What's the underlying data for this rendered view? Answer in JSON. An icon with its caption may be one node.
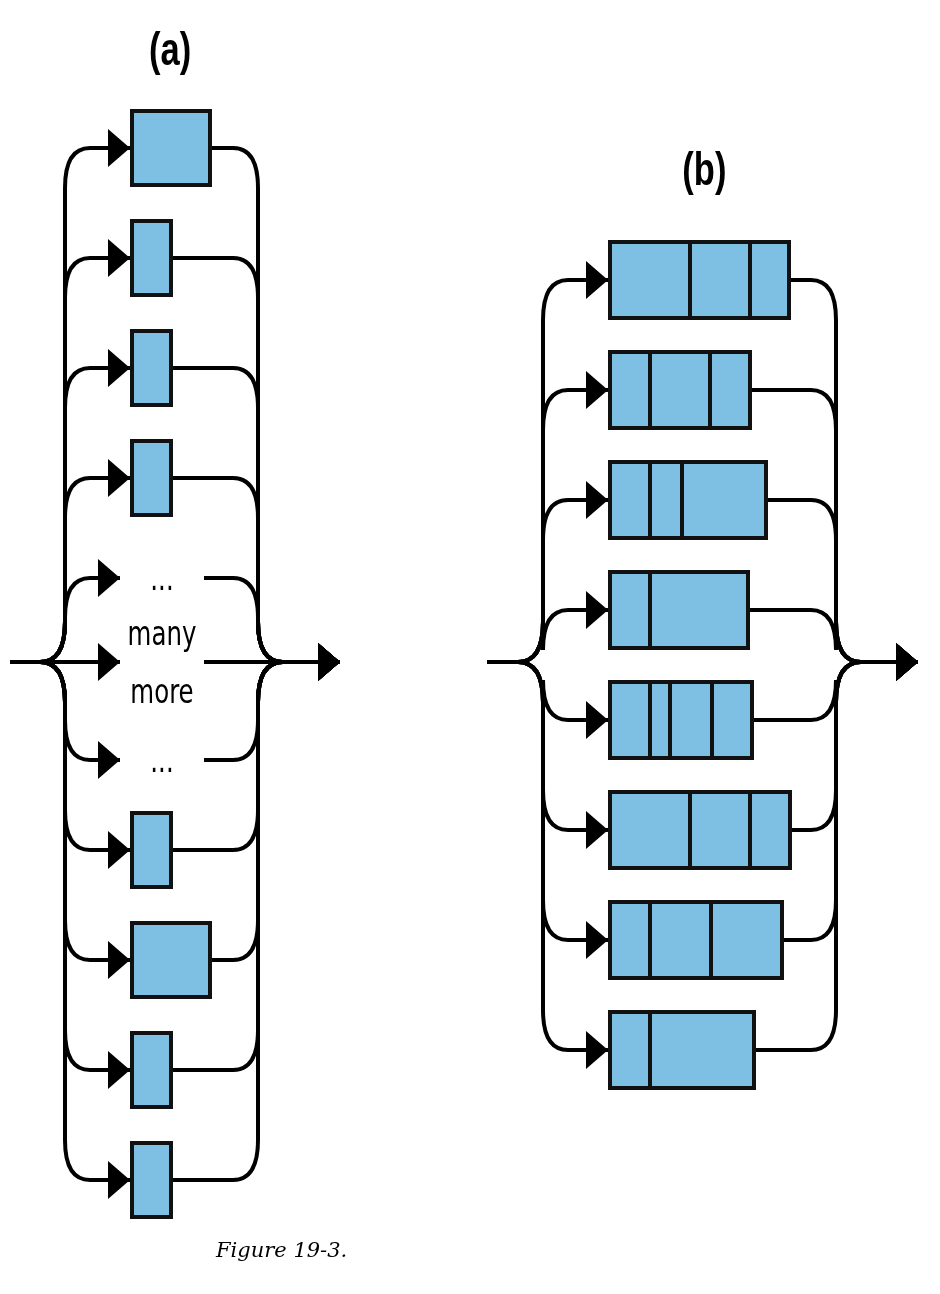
{
  "diagram": {
    "caption": "Figure 19-3.",
    "nodes": [
      {
        "text": [],
        "shape": "box"
      },
      {
        "text": [],
        "shape": "box"
      },
      {
        "text": [],
        "shape": "box"
      },
      {
        "text": [],
        "shape": "box"
      },
      {
        "text": [
          "..."
        ]
      },
      {
        "text": [
          "many more"
        ]
      },
      {
        "text": [
          "..."
        ]
      },
      {
        "text": [],
        "shape": "box"
      },
      {
        "text": [],
        "shape": "box"
      },
      {
        "text": [],
        "shape": "box"
      },
      {
        "text": [],
        "shape": "box"
      },
      {
        "text": [],
        "shape": "box"
      },
      {
        "text": [],
        "shape": "box"
      },
      {
        "text": [],
        "shape": "box"
      },
      {
        "text": [],
        "shape": "box"
      },
      {
        "text": [],
        "shape": "box"
      },
      {
        "text": [],
        "shape": "box"
      },
      {
        "text": [],
        "shape": "box"
      },
      {
        "text": [],
        "shape": "box"
      }
    ],
    "edges": [
      {
        "from": null,
        "to": 0,
        "arrow": "to"
      },
      {
        "from": 0,
        "to": null,
        "arrow": "to"
      },
      {
        "from": null,
        "to": 1,
        "arrow": "to"
      },
      {
        "from": 1,
        "to": null,
        "arrow": "to"
      },
      {
        "from": null,
        "to": 2,
        "arrow": "to"
      },
      {
        "from": 2,
        "to": null,
        "arrow": "to"
      },
      {
        "from": null,
        "to": 3,
        "arrow": "to"
      },
      {
        "from": 3,
        "to": null,
        "arrow": "to"
      },
      {
        "from": null,
        "to": 4,
        "arrow": "to"
      },
      {
        "from": 4,
        "to": null,
        "arrow": "to"
      },
      {
        "from": null,
        "to": 5,
        "arrow": "to"
      },
      {
        "from": 5,
        "to": null,
        "arrow": "to"
      },
      {
        "from": null,
        "to": 6,
        "arrow": "to"
      },
      {
        "from": 6,
        "to": null,
        "arrow": "to"
      },
      {
        "from": null,
        "to": 7,
        "arrow": "to"
      },
      {
        "from": 7,
        "to": null,
        "arrow": "to"
      },
      {
        "from": null,
        "to": 8,
        "arrow": "to"
      },
      {
        "from": 8,
        "to": null,
        "arrow": "to"
      },
      {
        "from": null,
        "to": 9,
        "arrow": "to"
      },
      {
        "from": 9,
        "to": null,
        "arrow": "to"
      },
      {
        "from": null,
        "to": 10,
        "arrow": "to"
      },
      {
        "from": 10,
        "to": null,
        "arrow": "to"
      },
      {
        "from": null,
        "to": 11,
        "arrow": "to"
      },
      {
        "from": 11,
        "to": null,
        "arrow": "to"
      },
      {
        "from": null,
        "to": 12,
        "arrow": "to"
      },
      {
        "from": 12,
        "to": null,
        "arrow": "to"
      },
      {
        "from": null,
        "to": 13,
        "arrow": "to"
      },
      {
        "from": 13,
        "to": null,
        "arrow": "to"
      },
      {
        "from": null,
        "to": 14,
        "arrow": "to"
      },
      {
        "from": 14,
        "to": null,
        "arrow": "to"
      },
      {
        "from": null,
        "to": 15,
        "arrow": "to"
      },
      {
        "from": 15,
        "to": null,
        "arrow": "to"
      },
      {
        "from": null,
        "to": 16,
        "arrow": "to"
      },
      {
        "from": 16,
        "to": null,
        "arrow": "to"
      },
      {
        "from": null,
        "to": 17,
        "arrow": "to"
      },
      {
        "from": 17,
        "to": null,
        "arrow": "to"
      },
      {
        "from": null,
        "to": 18,
        "arrow": "to"
      },
      {
        "from": 18,
        "to": null,
        "arrow": "to"
      }
    ],
    "labels": [
      "(a)",
      "(b)"
    ]
  }
}
